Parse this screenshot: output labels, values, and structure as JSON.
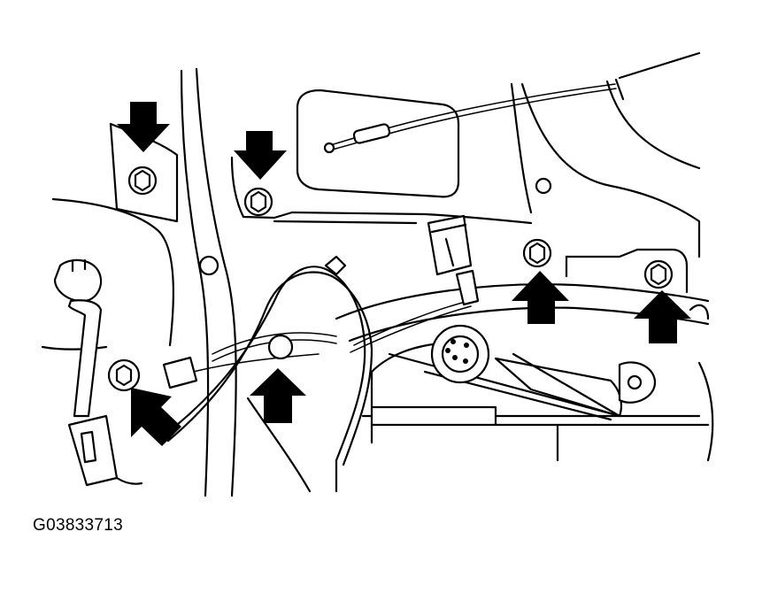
{
  "figure": {
    "id_label": "G03833713",
    "colors": {
      "line": "#000000",
      "background": "#ffffff"
    },
    "callouts": [
      {
        "name": "bolt-top-left",
        "direction": "down"
      },
      {
        "name": "bolt-top-middle",
        "direction": "down"
      },
      {
        "name": "bolt-lower-left",
        "direction": "up-left"
      },
      {
        "name": "bolt-lower-middle",
        "direction": "up"
      },
      {
        "name": "nut-regulator-center",
        "direction": "up"
      },
      {
        "name": "nut-regulator-right",
        "direction": "up"
      }
    ]
  }
}
